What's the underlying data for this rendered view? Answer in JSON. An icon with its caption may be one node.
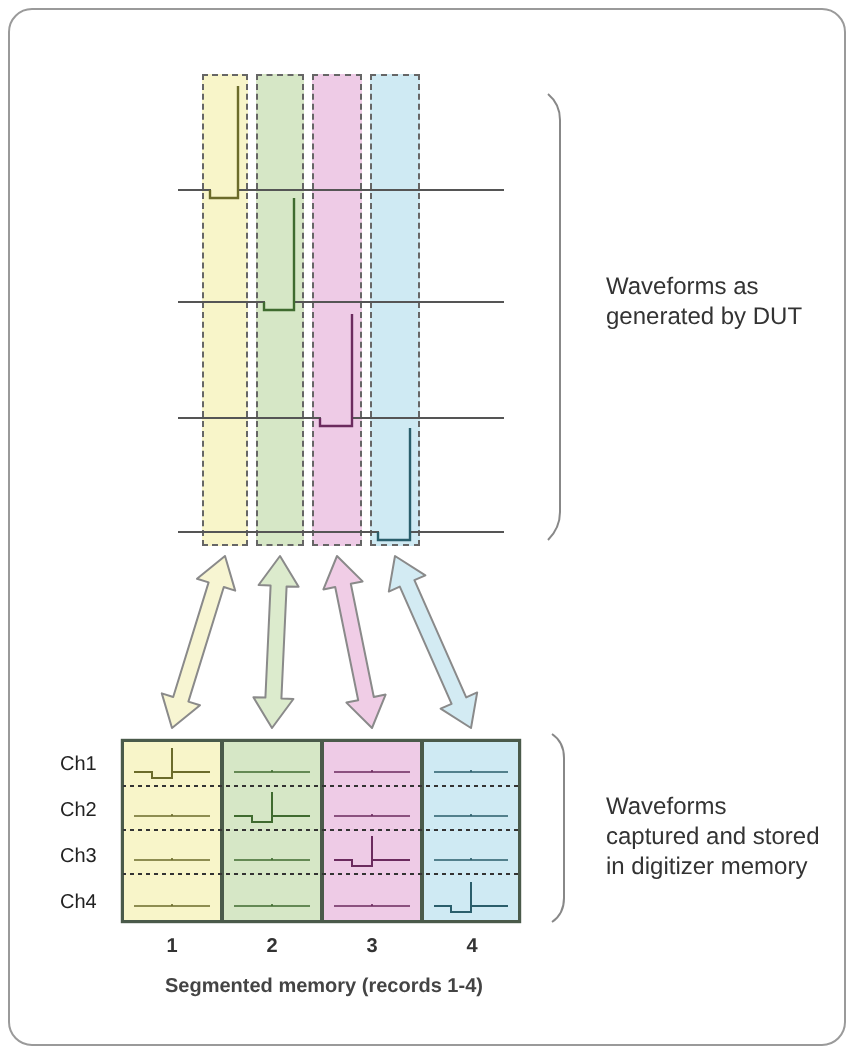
{
  "diagram": {
    "nodes": [
      {
        "text": [],
        "shape": "box"
      },
      {
        "text": [],
        "shape": "box"
      },
      {
        "text": [],
        "shape": "box"
      },
      {
        "text": [],
        "shape": "box"
      },
      {
        "text": [],
        "shape": "box"
      },
      {
        "text": [],
        "shape": "box"
      },
      {
        "text": [],
        "shape": "box"
      },
      {
        "text": [],
        "shape": "box"
      }
    ],
    "edges": [
      {
        "from": 0,
        "to": 4,
        "arrow": "both",
        "color": "#f7f5d2"
      },
      {
        "from": 1,
        "to": 5,
        "arrow": "both",
        "color": "#dcebcd"
      },
      {
        "from": 2,
        "to": 6,
        "arrow": "both",
        "color": "#f0cde6"
      },
      {
        "from": 3,
        "to": 7,
        "arrow": "both",
        "color": "#d3ebf3"
      }
    ],
    "labels": [
      "Waveforms as generated by DUT",
      "Ch1",
      "Ch2",
      "Ch3",
      "Ch4",
      "Waveforms captured and stored in digitizer memory",
      "1",
      "2",
      "3",
      "4",
      "Segmented memory (records 1-4)"
    ]
  }
}
